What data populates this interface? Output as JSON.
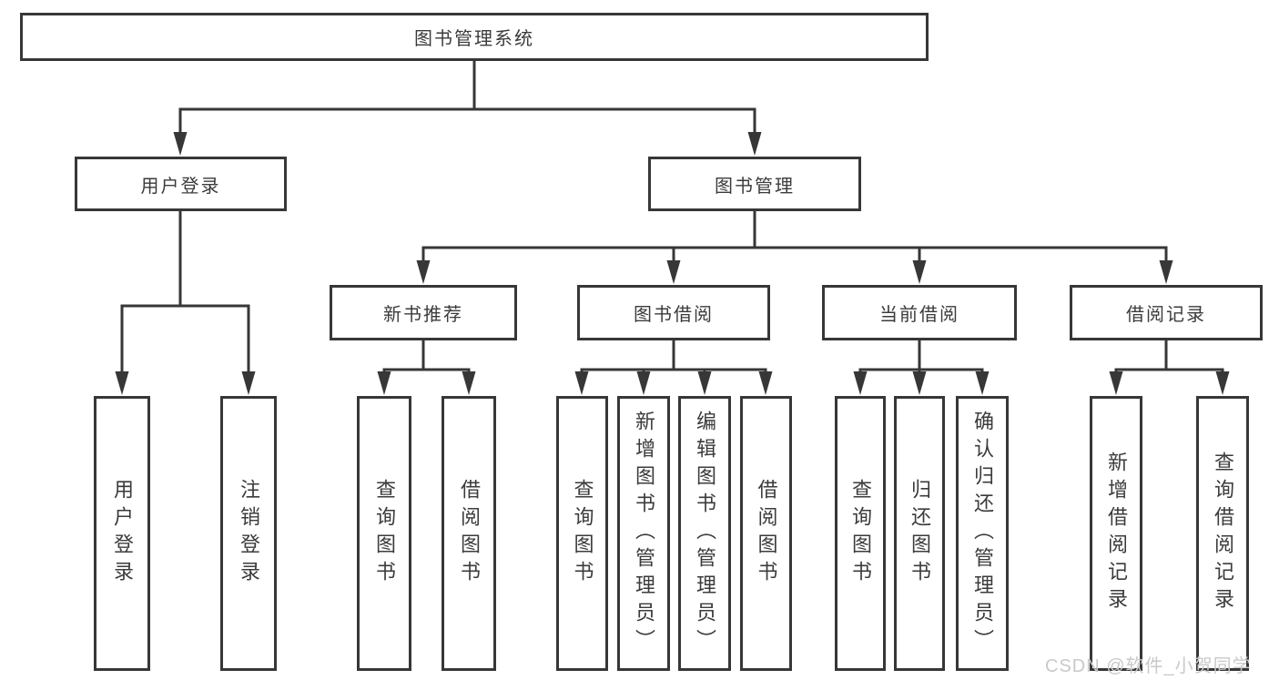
{
  "diagram": {
    "root": {
      "label": "图书管理系统"
    },
    "branches": [
      {
        "label": "用户登录",
        "children": [
          {
            "label": "用户登录"
          },
          {
            "label": "注销登录"
          }
        ]
      },
      {
        "label": "图书管理",
        "children": [
          {
            "label": "新书推荐",
            "children": [
              {
                "label": "查询图书"
              },
              {
                "label": "借阅图书"
              }
            ]
          },
          {
            "label": "图书借阅",
            "children": [
              {
                "label": "查询图书"
              },
              {
                "label": "新增图书（管理员）"
              },
              {
                "label": "编辑图书（管理员）"
              },
              {
                "label": "借阅图书"
              }
            ]
          },
          {
            "label": "当前借阅",
            "children": [
              {
                "label": "查询图书"
              },
              {
                "label": "归还图书"
              },
              {
                "label": "确认归还（管理员）"
              }
            ]
          },
          {
            "label": "借阅记录",
            "children": [
              {
                "label": "新增借阅记录"
              },
              {
                "label": "查询借阅记录"
              }
            ]
          }
        ]
      }
    ]
  },
  "watermark": {
    "text": "CSDN @软件_小贺同学"
  },
  "colors": {
    "background": "#ffffff",
    "box_border": "#373737",
    "line": "#373737",
    "text": "#3b3b3b",
    "watermark": "#c9c9c9"
  }
}
